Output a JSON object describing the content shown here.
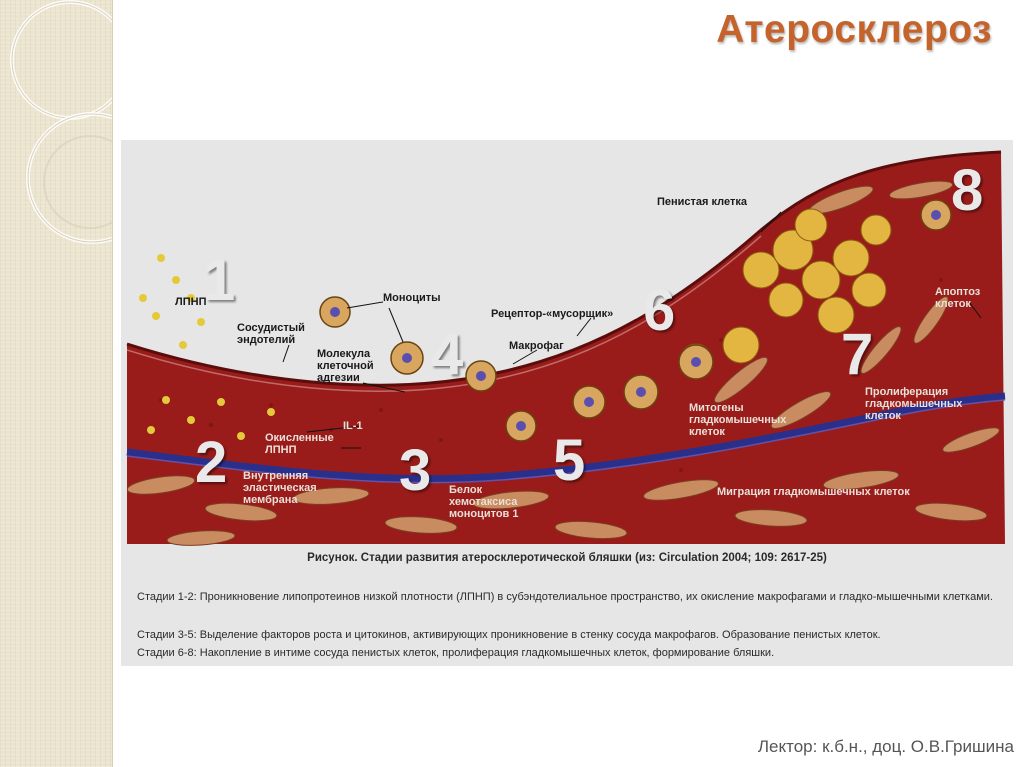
{
  "slide": {
    "title": "Атеросклероз",
    "footer": "Лектор: к.б.н., доц. О.В.Гришина"
  },
  "figure": {
    "stage_numbers": [
      "1",
      "2",
      "3",
      "4",
      "5",
      "6",
      "7",
      "8"
    ],
    "labels": {
      "ldl": "ЛПНП",
      "endothelium": "Сосудистый\nэндотелий",
      "monocytes": "Моноциты",
      "adhesion": "Молекула\nклеточной\nадгезии",
      "oxidized": "Окисленные\nЛПНП",
      "il1": "IL-1",
      "membrane": "Внутренняя\nэластическая\nмембрана",
      "chemotaxis": "Белок\nхемотаксиса\nмоноцитов 1",
      "scavenger": "Рецептор-«мусорщик»",
      "macrophage": "Макрофаг",
      "foam_cell": "Пенистая клетка",
      "mitogens": "Митогены\nгладкомышечных\nклеток",
      "proliferation": "Пролиферация\nгладкомышечных\nклеток",
      "migration": "Миграция гладкомышечных клеток",
      "apoptosis": "Апоптоз\nклеток"
    },
    "caption": "Рисунок. Стадии развития атеросклеротической бляшки (из: Circulation 2004; 109: 2617-25)",
    "stages": [
      "Стадии 1-2: Проникновение липопротеинов низкой плотности (ЛПНП) в субэндотелиальное пространство, их окисление макрофагами и гладко-мышечными клетками.",
      "Стадии 3-5: Выделение факторов роста и цитокинов, активирующих проникновение в стенку сосуда макрофагов. Образование пенистых клеток.",
      "Стадии 6-8: Накопление в интиме сосуда пенистых клеток, пролиферация гладкомышечных клеток, формирование бляшки."
    ]
  },
  "colors": {
    "title": "#c5632c",
    "tissue": "#9a1c1a",
    "membrane": "#2b2f8c",
    "cell": "#d9a660",
    "foam": "#e2b640"
  }
}
